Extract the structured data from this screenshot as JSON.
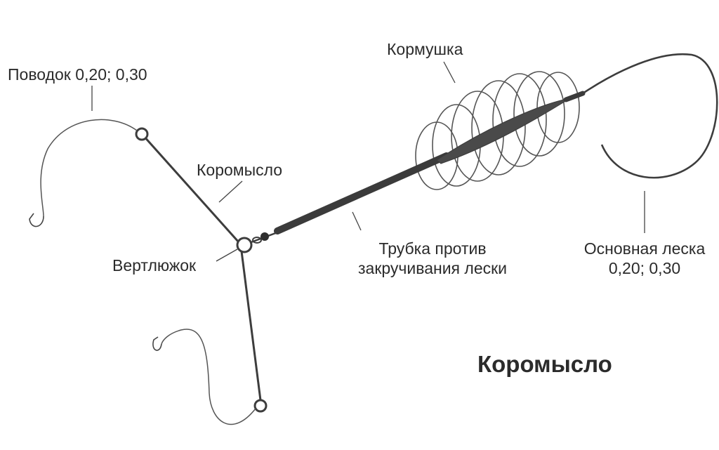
{
  "title": "Коромысло",
  "labels": {
    "leader": "Поводок 0,20; 0,30",
    "feeder": "Кормушка",
    "rocker": "Коромысло",
    "swivel": "Вертлюжок",
    "tube_line1": "Трубка против",
    "tube_line2": "закручивания лески",
    "main_line_line1": "Основная леска",
    "main_line_line2": "0,20; 0,30"
  },
  "colors": {
    "line": "#3d3d3d",
    "thin_line": "#6b6b6b",
    "text": "#2b2b2b"
  }
}
